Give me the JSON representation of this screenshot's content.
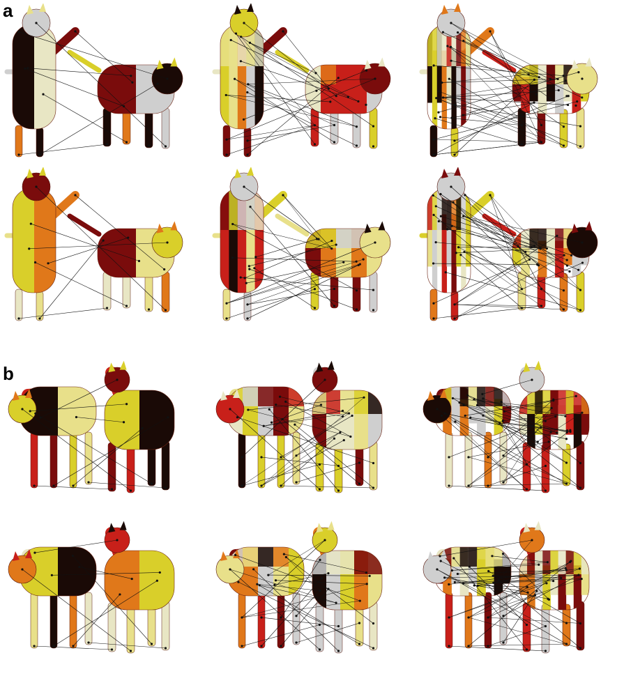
{
  "figure": {
    "panel_a_label": "a",
    "panel_b_label": "b"
  },
  "palette": {
    "red": "#c8201a",
    "dark_red": "#7a0c0c",
    "orange": "#e0781a",
    "yellow": "#d9cf2a",
    "light_yellow": "#e8e08a",
    "cream": "#e8e6c4",
    "gray": "#cfcfcf",
    "black": "#1a0a06"
  },
  "panel_a": {
    "subject": "cat",
    "rows": 2,
    "columns": 3,
    "segmentation_levels": [
      "coarse",
      "medium",
      "fine"
    ]
  },
  "panel_b": {
    "subject": "horse",
    "rows": 2,
    "columns": 3,
    "segmentation_levels": [
      "coarse",
      "medium",
      "fine"
    ]
  }
}
